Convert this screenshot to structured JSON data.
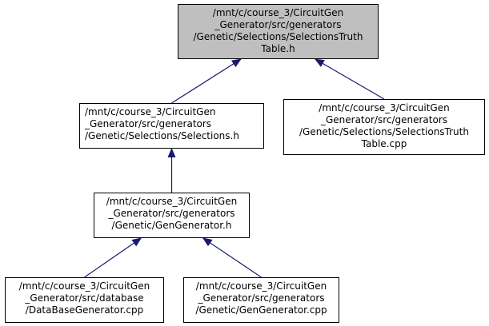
{
  "graph": {
    "nodes": [
      {
        "id": "selections_truth_table_h",
        "lines": [
          "/mnt/c/course_3/CircuitGen",
          "_Generator/src/generators",
          "/Genetic/Selections/SelectionsTruth",
          "Table.h"
        ],
        "selected": true
      },
      {
        "id": "selections_h",
        "lines": [
          "/mnt/c/course_3/CircuitGen",
          "_Generator/src/generators",
          "/Genetic/Selections/Selections.h"
        ],
        "selected": false
      },
      {
        "id": "selections_truth_table_cpp",
        "lines": [
          "/mnt/c/course_3/CircuitGen",
          "_Generator/src/generators",
          "/Genetic/Selections/SelectionsTruth",
          "Table.cpp"
        ],
        "selected": false
      },
      {
        "id": "gen_generator_h",
        "lines": [
          "/mnt/c/course_3/CircuitGen",
          "_Generator/src/generators",
          "/Genetic/GenGenerator.h"
        ],
        "selected": false
      },
      {
        "id": "database_generator_cpp",
        "lines": [
          "/mnt/c/course_3/CircuitGen",
          "_Generator/src/database",
          "/DataBaseGenerator.cpp"
        ],
        "selected": false
      },
      {
        "id": "gen_generator_cpp",
        "lines": [
          "/mnt/c/course_3/CircuitGen",
          "_Generator/src/generators",
          "/Genetic/GenGenerator.cpp"
        ],
        "selected": false
      }
    ],
    "edges": [
      {
        "from": "selections_h",
        "to": "selections_truth_table_h"
      },
      {
        "from": "selections_truth_table_cpp",
        "to": "selections_truth_table_h"
      },
      {
        "from": "gen_generator_h",
        "to": "selections_h"
      },
      {
        "from": "database_generator_cpp",
        "to": "gen_generator_h"
      },
      {
        "from": "gen_generator_cpp",
        "to": "gen_generator_h"
      }
    ],
    "colors": {
      "edge": "#191970",
      "selected_fill": "#bfbfbf",
      "node_fill": "#ffffff",
      "border": "#000000"
    }
  }
}
